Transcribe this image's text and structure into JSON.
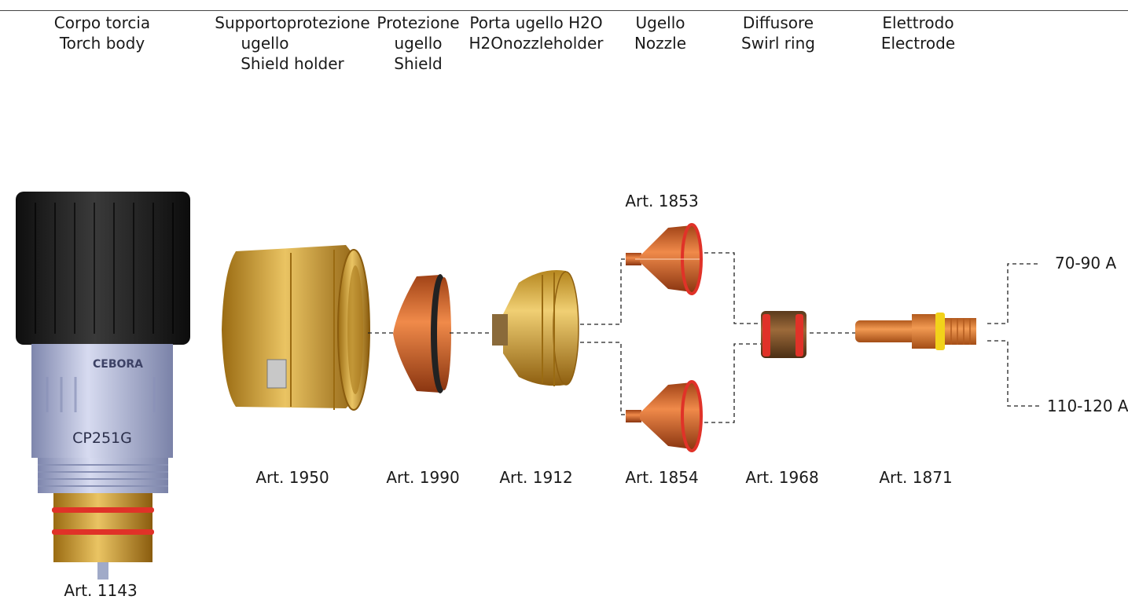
{
  "headers": [
    {
      "id": "torch-body",
      "it": "Corpo torcia",
      "en": "Torch body"
    },
    {
      "id": "shield-holder",
      "it": "Supportoprotezione ugello",
      "en": "Shield holder"
    },
    {
      "id": "shield",
      "it": "Protezione ugello",
      "en": "Shield"
    },
    {
      "id": "nozzle-holder",
      "it": "Porta ugello H2O",
      "en": "H2Onozzleholder"
    },
    {
      "id": "nozzle",
      "it": "Ugello",
      "en": "Nozzle"
    },
    {
      "id": "swirl-ring",
      "it": "Diffusore",
      "en": "Swirl ring"
    },
    {
      "id": "electrode",
      "it": "Elettrodo",
      "en": "Electrode"
    }
  ],
  "header_lines": {
    "torch_it": "Corpo torcia",
    "torch_en": "Torch body",
    "sh_it1": "Supportoprotezione",
    "sh_it2": "ugello",
    "sh_en": "Shield holder",
    "shield_it1": "Protezione",
    "shield_it2": "ugello",
    "shield_en": "Shield",
    "nh_it": "Porta ugello H2O",
    "nh_en": "H2Onozzleholder",
    "nozzle_it": "Ugello",
    "nozzle_en": "Nozzle",
    "swirl_it": "Diffusore",
    "swirl_en": "Swirl ring",
    "elec_it": "Elettrodo",
    "elec_en": "Electrode"
  },
  "parts": {
    "torch": "Art. 1143",
    "shield_holder": "Art. 1950",
    "shield": "Art. 1990",
    "nozzle_holder": "Art. 1912",
    "nozzle_top": "Art. 1853",
    "nozzle_bottom": "Art. 1854",
    "swirl_ring": "Art. 1968",
    "electrode": "Art. 1871"
  },
  "currents": {
    "high": "70-90 A",
    "low": "110-120 A"
  },
  "torch_marks": {
    "brand": "CEBORA",
    "model": "CP251G"
  },
  "colors": {
    "brass": "#c99a2e",
    "copper": "#c8652a",
    "blue_steel": "#aab2d6",
    "black_cap": "#1c1c1c",
    "red_ring": "#e03228",
    "yellow_ring": "#f2d21a"
  }
}
